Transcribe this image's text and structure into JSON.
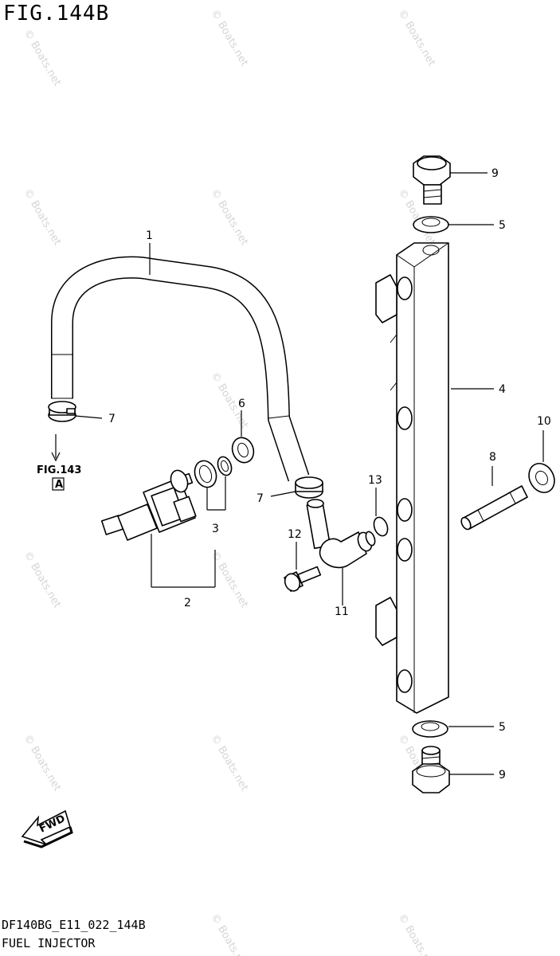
{
  "figure": {
    "title": "FIG.144B",
    "code": "DF140BG_E11_022_144B",
    "name": "FUEL INJECTOR"
  },
  "watermark": "© Boats.net",
  "reference": {
    "label": "FIG.143",
    "box_letter": "A"
  },
  "forward_label": "FWD",
  "callouts": [
    "1",
    "2",
    "3",
    "4",
    "5",
    "5",
    "6",
    "7",
    "7",
    "8",
    "9",
    "9",
    "10",
    "11",
    "12",
    "13"
  ]
}
